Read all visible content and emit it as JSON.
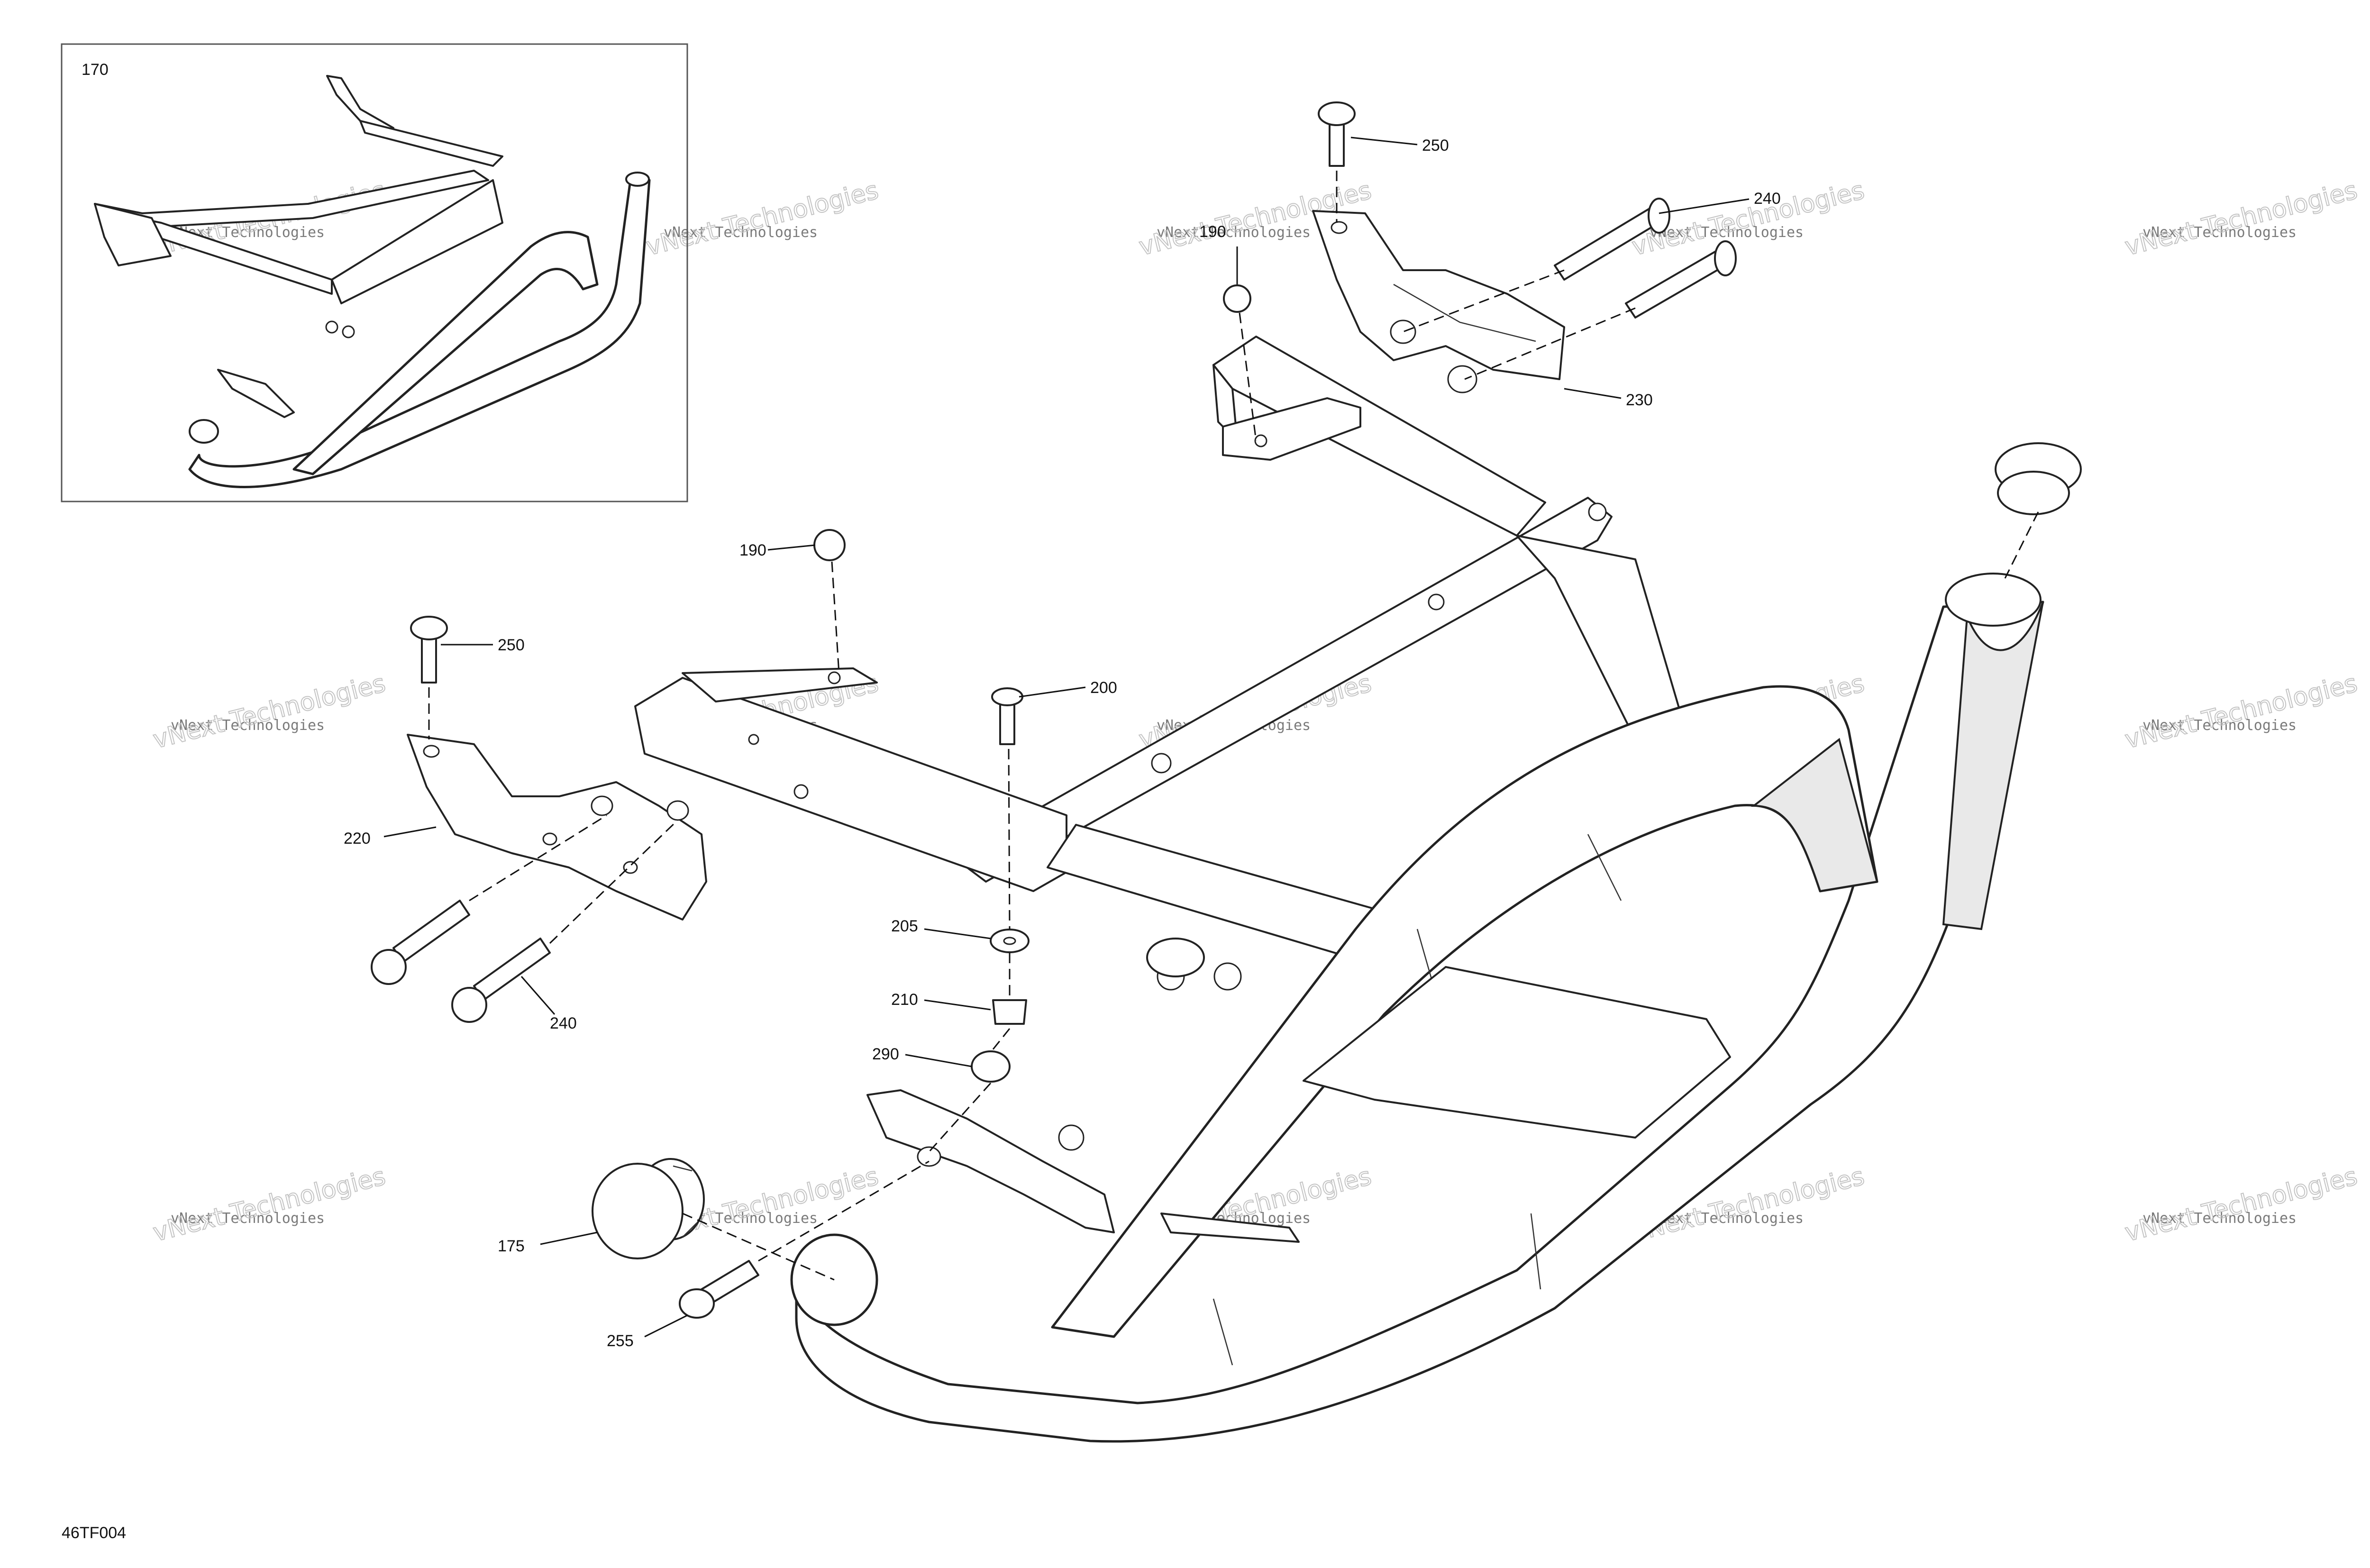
{
  "drawing_code": "46TF004",
  "inset": {
    "label": "170"
  },
  "callouts": [
    {
      "id": "250-top",
      "label": "250"
    },
    {
      "id": "240-top",
      "label": "240"
    },
    {
      "id": "190-top",
      "label": "190"
    },
    {
      "id": "230",
      "label": "230"
    },
    {
      "id": "190-mid",
      "label": "190"
    },
    {
      "id": "250-left",
      "label": "250"
    },
    {
      "id": "200",
      "label": "200"
    },
    {
      "id": "220",
      "label": "220"
    },
    {
      "id": "240-left",
      "label": "240"
    },
    {
      "id": "205",
      "label": "205"
    },
    {
      "id": "210",
      "label": "210"
    },
    {
      "id": "290",
      "label": "290"
    },
    {
      "id": "175",
      "label": "175"
    },
    {
      "id": "255",
      "label": "255"
    }
  ],
  "watermark": {
    "line1": "vNext Technologies",
    "line2": "vNext Technologies"
  }
}
